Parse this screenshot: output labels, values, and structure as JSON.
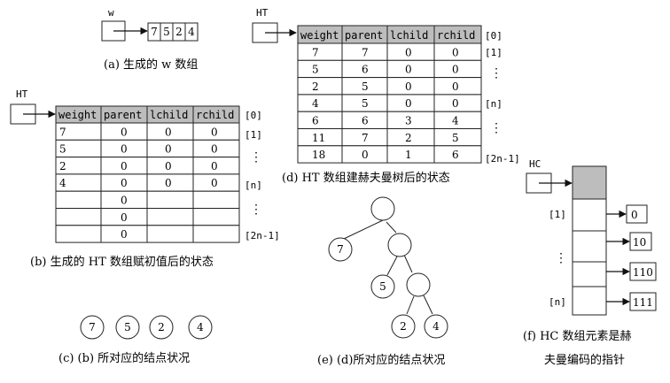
{
  "panel_a": {
    "ptr_label": "w",
    "cells": [
      "7",
      "5",
      "2",
      "4"
    ],
    "caption": "(a)  生成的 w 数组"
  },
  "panel_b": {
    "ptr_label": "HT",
    "headers": [
      "weight",
      "parent",
      "lchild",
      "rchild"
    ],
    "rows": [
      [
        "7",
        "0",
        "0",
        "0"
      ],
      [
        "5",
        "0",
        "0",
        "0"
      ],
      [
        "2",
        "0",
        "0",
        "0"
      ],
      [
        "4",
        "0",
        "0",
        "0"
      ],
      [
        "",
        "0",
        "",
        ""
      ],
      [
        "",
        "0",
        "",
        ""
      ],
      [
        "",
        "0",
        "",
        ""
      ]
    ],
    "indices": [
      "[0]",
      "[1]",
      "⋮",
      "[n]",
      "⋮",
      "[2n-1]"
    ],
    "caption": "(b)   生成的 HT 数组赋初值后的状态"
  },
  "panel_c": {
    "nodes": [
      "7",
      "5",
      "2",
      "4"
    ],
    "caption": "(c)  (b) 所对应的结点状况"
  },
  "panel_d": {
    "ptr_label": "HT",
    "headers": [
      "weight",
      "parent",
      "lchild",
      "rchild"
    ],
    "rows": [
      [
        "7",
        "7",
        "0",
        "0"
      ],
      [
        "5",
        "6",
        "0",
        "0"
      ],
      [
        "2",
        "5",
        "0",
        "0"
      ],
      [
        "4",
        "5",
        "0",
        "0"
      ],
      [
        "6",
        "6",
        "3",
        "4"
      ],
      [
        "11",
        "7",
        "2",
        "5"
      ],
      [
        "18",
        "0",
        "1",
        "6"
      ]
    ],
    "indices": [
      "[0]",
      "[1]",
      "⋮",
      "[n]",
      "⋮",
      "[2n-1]"
    ],
    "caption": "(d)   HT 数组建赫夫曼树后的状态"
  },
  "panel_e": {
    "leaves": [
      "7",
      "5",
      "2",
      "4"
    ],
    "caption": "(e)   (d)所对应的结点状况"
  },
  "panel_f": {
    "ptr_label": "HC",
    "indices": [
      "[1]",
      "⋮",
      "[n]"
    ],
    "codes": [
      "0",
      "10",
      "110",
      "111"
    ],
    "caption_line1": "(f)   HC 数组元素是赫",
    "caption_line2": "夫曼编码的指针"
  },
  "colors": {
    "header_fill": "#bdbdbd",
    "stroke": "#222222"
  }
}
